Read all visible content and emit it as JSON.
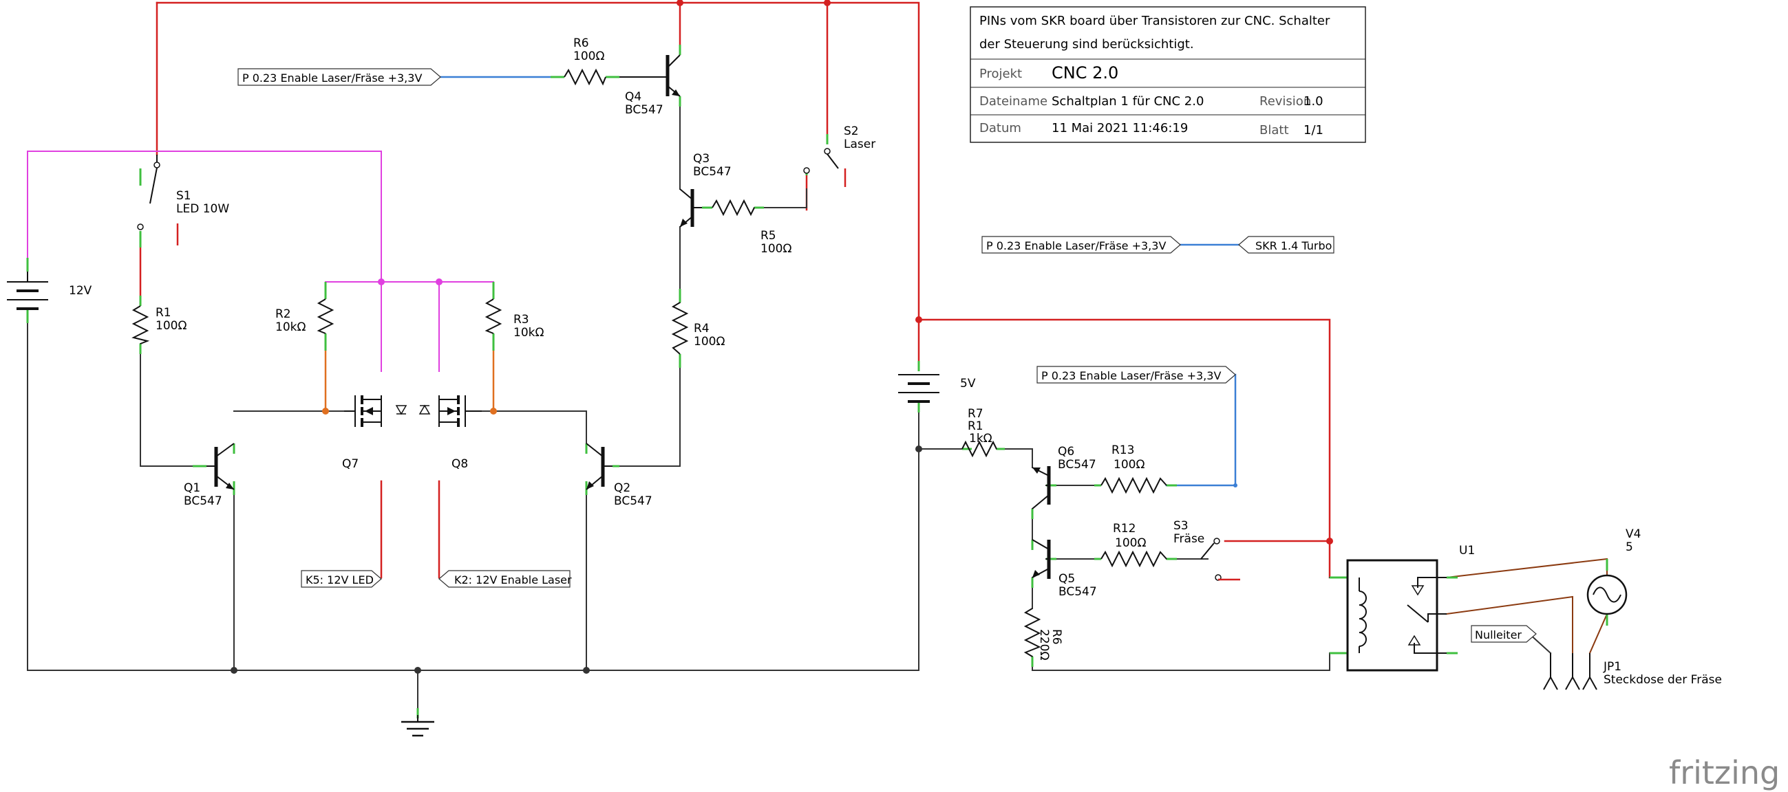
{
  "title_block": {
    "description_line1": "PINs vom SKR board über Transistoren zur CNC. Schalter",
    "description_line2": "der Steuerung sind berücksichtigt.",
    "project_key": "Projekt",
    "project_value": "CNC 2.0",
    "filename_key": "Dateiname",
    "filename_value": "Schaltplan 1 für CNC 2.0",
    "revision_key": "Revision",
    "revision_value": "1.0",
    "date_key": "Datum",
    "date_value": "11 Mai 2021 11:46:19",
    "sheet_key": "Blatt",
    "sheet_value": "1/1"
  },
  "net_labels": {
    "p023_top": "P 0.23 Enable Laser/Fräse +3,3V",
    "p023_mid": "P 0.23 Enable Laser/Fräse +3,3V",
    "p023_right": "P 0.23 Enable Laser/Fräse +3,3V",
    "skr": "SKR 1.4 Turbo",
    "k5": "K5: 12V LED",
    "k2": "K2: 12V Enable Laser",
    "nulleiter": "Nulleiter"
  },
  "components": {
    "r6_top": {
      "name": "R6",
      "value": "100Ω"
    },
    "q4": {
      "name": "Q4",
      "value": "BC547"
    },
    "q3": {
      "name": "Q3",
      "value": "BC547"
    },
    "s2": {
      "name": "S2",
      "value": "Laser"
    },
    "r5": {
      "name": "R5",
      "value": "100Ω"
    },
    "r4": {
      "name": "R4",
      "value": "100Ω"
    },
    "s1": {
      "name": "S1",
      "value": "LED 10W"
    },
    "bat12": {
      "value": "12V"
    },
    "r1": {
      "name": "R1",
      "value": "100Ω"
    },
    "r2": {
      "name": "R2",
      "value": "10kΩ"
    },
    "r3": {
      "name": "R3",
      "value": "10kΩ"
    },
    "q7": {
      "name": "Q7"
    },
    "q8": {
      "name": "Q8"
    },
    "q1": {
      "name": "Q1",
      "value": "BC547"
    },
    "q2": {
      "name": "Q2",
      "value": "BC547"
    },
    "bat5": {
      "value": "5V"
    },
    "r7": {
      "name1": "R7",
      "name2": "R1",
      "value": "1kΩ"
    },
    "q6": {
      "name": "Q6",
      "value": "BC547"
    },
    "r13": {
      "name": "R13",
      "value": "100Ω"
    },
    "r12": {
      "name": "R12",
      "value": "100Ω"
    },
    "s3": {
      "name": "S3",
      "value": "Fräse"
    },
    "q5": {
      "name": "Q5",
      "value": "BC547"
    },
    "r6_bot": {
      "name": "R6",
      "value": "220Ω"
    },
    "u1": {
      "name": "U1"
    },
    "v4": {
      "name": "V4",
      "value": "5"
    },
    "jp1": {
      "name": "JP1",
      "value": "Steckdose der Fräse"
    }
  },
  "brand": "fritzing",
  "colors": {
    "power": "#d42020",
    "ground": "#333333",
    "signal": "#3a7fd5",
    "pullup": "#e040e0",
    "resistor_lead": "#e07020",
    "ac": "#8b3a10",
    "pin": "#3fbf3f"
  }
}
